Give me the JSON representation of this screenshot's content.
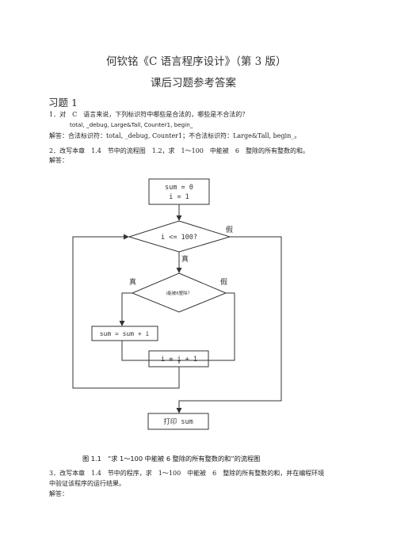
{
  "document": {
    "title": "何钦铭《C 语言程序设计》（第 3 版）",
    "subtitle": "课后习题参考答案",
    "section": "习题 1",
    "q1": {
      "question": "1．对　C　语言来说，下列标识符中哪些是合法的，哪些是不合法的？",
      "identifiers": "total, _debug, Large&Tall, Counter1, begin_",
      "answer": "解答：合法标识符：total, _debug, Counter1；不合法标识符：Large&Tall, begin_。"
    },
    "q2": {
      "question": "2．改写本章　1.4　节中的流程图　1.2，求　1～100　中能被　6　整除的所有整数的和。",
      "answer_label": "解答："
    },
    "figure_caption": "图 1.1　“求 1～100 中能被 6 整除的所有整数的和”的流程图",
    "q3": {
      "question_line1": "3．改写本章　1.4　节中的程序，求　1～100　中能被　6　整除的所有整数的和，并在编程环境",
      "question_line2": "中验证该程序的运行结果。",
      "answer_label": "解答："
    }
  },
  "flowchart": {
    "init_line1": "sum = 0",
    "init_line2": "i = 1",
    "loop_condition": "i <= 100?",
    "loop_false_label": "假",
    "loop_true_label": "真",
    "inner_condition": "i能被6整除？",
    "inner_true_label": "真",
    "inner_false_label": "假",
    "accumulate": "sum = sum + i",
    "increment": "i = i + 1",
    "output": "打印 sum"
  }
}
